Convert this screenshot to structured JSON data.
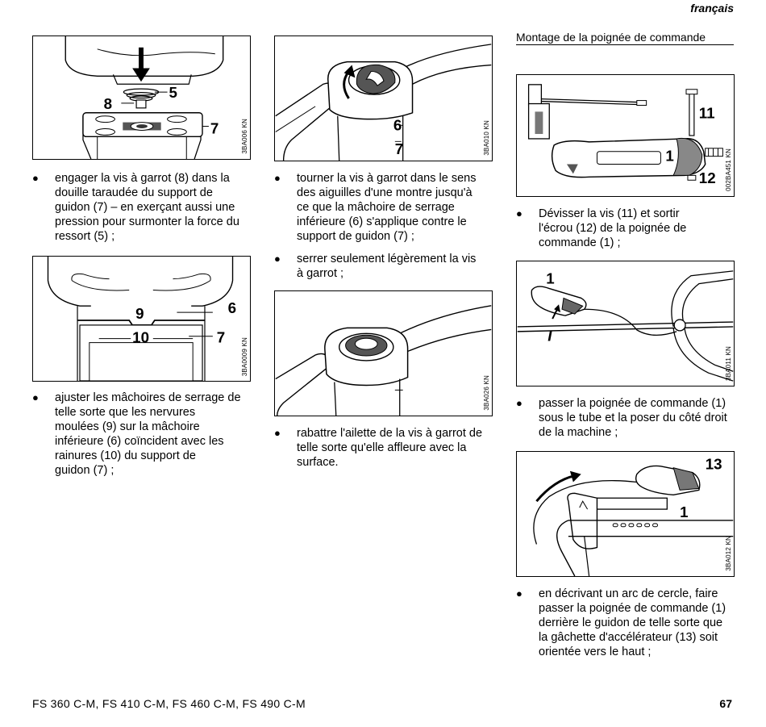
{
  "header": {
    "language": "français"
  },
  "section": {
    "title": "Montage de la poignée de commande"
  },
  "figures": {
    "f1": {
      "code": "3BA006 KN",
      "labels": [
        "5",
        "8",
        "7"
      ]
    },
    "f2": {
      "code": "3BA0009 KN",
      "labels": [
        "9",
        "10",
        "6",
        "7"
      ]
    },
    "f3": {
      "code": "3BA010 KN",
      "labels": [
        "6",
        "7"
      ]
    },
    "f4": {
      "code": "3BA026 KN"
    },
    "f5": {
      "code": "002BA451 KN",
      "labels": [
        "11",
        "1",
        "12"
      ]
    },
    "f6": {
      "code": "3BA011 KN",
      "labels": [
        "1",
        "I"
      ]
    },
    "f7": {
      "code": "3BA012 KN",
      "labels": [
        "13",
        "1"
      ]
    }
  },
  "bullets": {
    "b1": [
      "engager la vis à garrot (8) dans la",
      "douille taraudée du support de",
      "guidon (7) – en exerçant aussi une",
      "pression pour surmonter la force du",
      "ressort (5) ;"
    ],
    "b2": [
      "ajuster les mâchoires de serrage de",
      "telle sorte que les nervures",
      "moulées (9) sur la mâchoire",
      "inférieure (6) coïncident avec les",
      "rainures (10) du support de",
      "guidon (7) ;"
    ],
    "b3": [
      "tourner la vis à garrot dans le sens",
      "des aiguilles d'une montre jusqu'à",
      "ce que la mâchoire de serrage",
      "inférieure (6) s'applique contre le",
      "support de guidon (7) ;"
    ],
    "b4": [
      "serrer seulement légèrement la vis",
      "à garrot ;"
    ],
    "b5": [
      "rabattre l'ailette de la vis à garrot de",
      "telle sorte qu'elle affleure avec la",
      "surface."
    ],
    "b6": [
      "Dévisser la vis (11) et sortir",
      "l'écrou (12) de la poignée de",
      "commande (1) ;"
    ],
    "b7": [
      "passer la poignée de commande (1)",
      "sous le tube et la poser du côté droit",
      "de la machine ;"
    ],
    "b8": [
      "en décrivant un arc de cercle, faire",
      "passer la poignée de commande (1)",
      "derrière le guidon de telle sorte que",
      "la gâchette d'accélérateur (13) soit",
      "orientée vers le haut ;"
    ]
  },
  "bullet_symbol": "●",
  "footer": {
    "models": "FS 360 C-M, FS 410 C-M, FS 460 C-M, FS 490 C-M",
    "page": "67"
  }
}
